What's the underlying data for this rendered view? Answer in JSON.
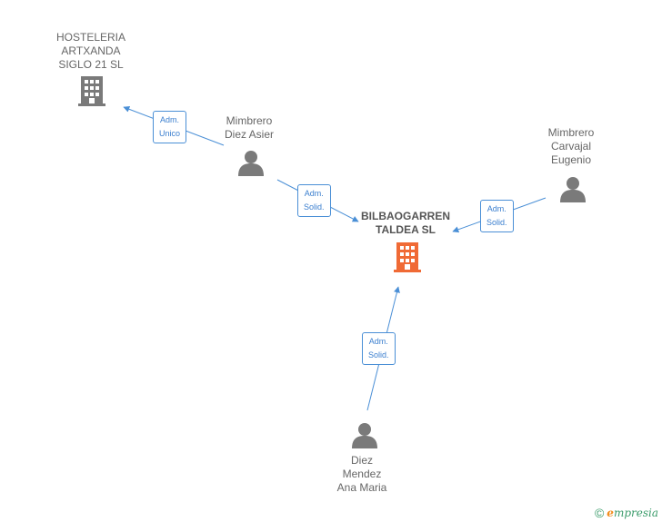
{
  "nodes": {
    "hosteleria": {
      "label": "HOSTELERIA\nARTXANDA\nSIGLO 21  SL",
      "type": "company"
    },
    "bilbaogarren": {
      "label": "BILBAOGARREN\nTALDEA  SL",
      "type": "company-main"
    },
    "mimbrero_diez": {
      "label": "Mimbrero\nDiez Asier",
      "type": "person"
    },
    "mimbrero_carvajal": {
      "label": "Mimbrero\nCarvajal\nEugenio",
      "type": "person"
    },
    "diez_mendez": {
      "label": "Diez\nMendez\nAna Maria",
      "type": "person"
    }
  },
  "edges": {
    "e1": {
      "label": "Adm.\nUnico"
    },
    "e2": {
      "label": "Adm.\nSolid."
    },
    "e3": {
      "label": "Adm.\nSolid."
    },
    "e4": {
      "label": "Adm.\nSolid."
    }
  },
  "colors": {
    "edge": "#4a8fd6",
    "company": "#7a7a7a",
    "company_main": "#f06a35",
    "person": "#7a7a7a"
  },
  "footer": {
    "copyright": "©",
    "brand_initial": "e",
    "brand_rest": "mpresia"
  }
}
